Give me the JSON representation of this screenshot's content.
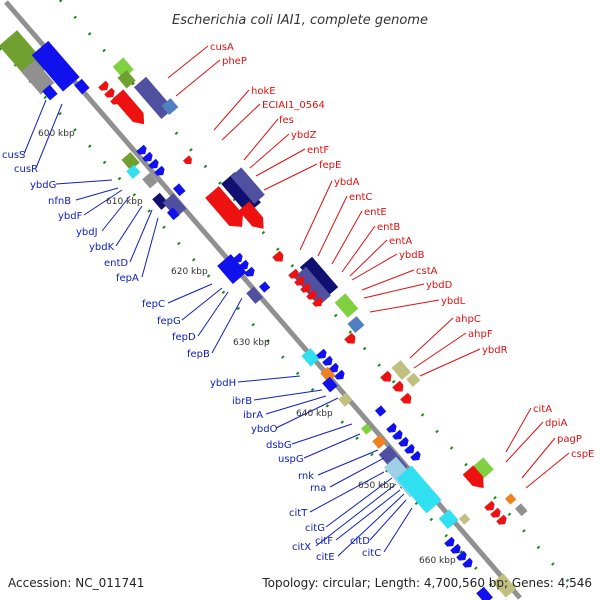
{
  "title": "Escherichia coli IAI1, complete genome",
  "footer": {
    "accession": "Accession: NC_011741",
    "info": "Topology: circular; Length: 4,700,560 bp; Genes: 4,546"
  },
  "colors": {
    "backbone": "#909090",
    "ticks": "#1a8a1a",
    "plus_label": "#e01010",
    "minus_label": "#1020c0",
    "gene_red": "#ee1111",
    "gene_blue": "#1111ee",
    "gene_navy": "#101070",
    "gene_slate": "#5050a0",
    "gene_olive": "#70a030",
    "gene_lime": "#80d040",
    "gene_gray": "#909090",
    "gene_khaki": "#c0c080",
    "gene_cyan": "#30e0f0",
    "gene_orange": "#f08020",
    "gene_steel": "#5080c0",
    "gene_lightblue": "#a0d0e8"
  },
  "kbp_labels": [
    "600 kbp",
    "610 kbp",
    "620 kbp",
    "630 kbp",
    "640 kbp",
    "650 kbp",
    "660 kbp"
  ],
  "genes_plus": [
    "cusA",
    "pheP",
    "hokE",
    "ECIAI1_0564",
    "fes",
    "ybdZ",
    "entF",
    "fepE",
    "ybdA",
    "entC",
    "entE",
    "entB",
    "entA",
    "ybdB",
    "cstA",
    "ybdD",
    "ybdL",
    "ahpC",
    "ahpF",
    "ybdR",
    "citA",
    "dpiA",
    "pagP",
    "cspE"
  ],
  "genes_minus": [
    "cusS",
    "cusR",
    "ybdG",
    "nfnB",
    "ybdF",
    "ybdJ",
    "ybdK",
    "entD",
    "fepA",
    "fepC",
    "fepG",
    "fepD",
    "fepB",
    "ybdH",
    "ibrB",
    "ibrA",
    "ybdO",
    "dsbG",
    "uspG",
    "rnk",
    "rna",
    "citT",
    "citG",
    "citX",
    "citF",
    "citE",
    "citD",
    "citC"
  ]
}
